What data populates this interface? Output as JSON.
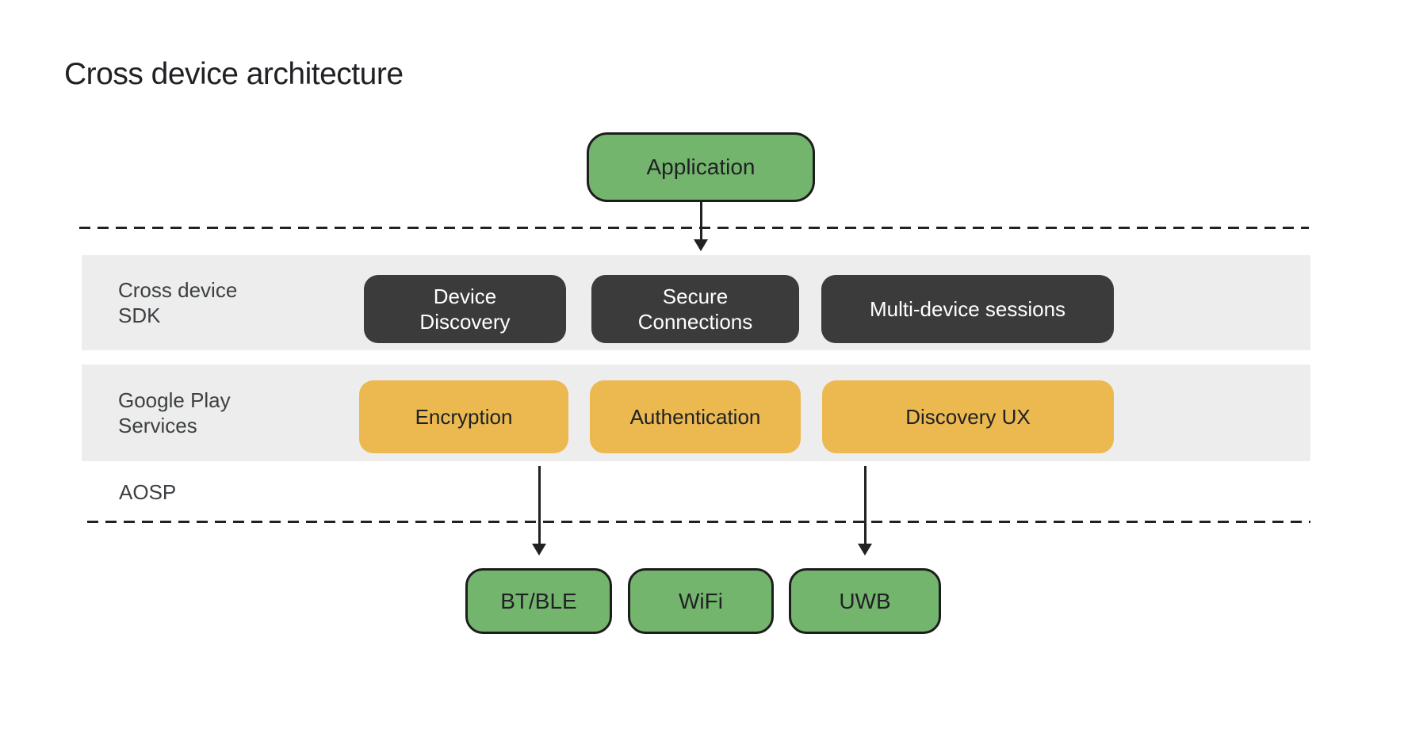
{
  "title": "Cross device architecture",
  "colors": {
    "green": "#74B56E",
    "orange": "#EBB950",
    "dark": "#3B3B3B",
    "band": "#EDEDED",
    "ink": "#202124",
    "label": "#3C4043",
    "line": "#212121"
  },
  "application": {
    "label": "Application"
  },
  "layers": [
    {
      "name": "Cross device SDK",
      "label_lines": [
        "Cross device",
        "SDK"
      ],
      "boxes": [
        {
          "name": "Device Discovery",
          "lines": [
            "Device",
            "Discovery"
          ]
        },
        {
          "name": "Secure Connections",
          "lines": [
            "Secure",
            "Connections"
          ]
        },
        {
          "name": "Multi-device sessions",
          "lines": [
            "Multi-device sessions"
          ]
        }
      ]
    },
    {
      "name": "Google Play Services",
      "label_lines": [
        "Google Play",
        "Services"
      ],
      "boxes": [
        {
          "name": "Encryption",
          "lines": [
            "Encryption"
          ]
        },
        {
          "name": "Authentication",
          "lines": [
            "Authentication"
          ]
        },
        {
          "name": "Discovery UX",
          "lines": [
            "Discovery UX"
          ]
        }
      ]
    }
  ],
  "aosp": {
    "label": "AOSP"
  },
  "transports": [
    {
      "label": "BT/BLE"
    },
    {
      "label": "WiFi"
    },
    {
      "label": "UWB"
    }
  ]
}
